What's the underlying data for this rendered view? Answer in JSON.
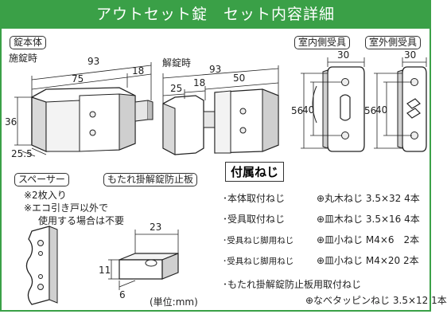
{
  "header": {
    "title": "アウトセット錠　セット内容詳細"
  },
  "main_body": {
    "label": "錠本体",
    "locked": {
      "label": "施錠時",
      "dims": {
        "overall": "93",
        "left": "75",
        "right": "18",
        "height": "36",
        "depth": "25.5"
      }
    },
    "unlocked": {
      "label": "解錠時",
      "dims": {
        "overall": "93",
        "a": "25",
        "b": "18",
        "c": "50"
      }
    }
  },
  "strike_inner": {
    "label": "室内側受具",
    "dims": {
      "width": "30",
      "h1": "56",
      "h2": "40"
    }
  },
  "strike_outer": {
    "label": "室外側受具",
    "dims": {
      "width": "30",
      "h1": "56",
      "h2": "40"
    }
  },
  "spacer": {
    "label": "スペーサー",
    "note1": "※2枚入り",
    "note2": "※エコ引き戸以外で",
    "note3": "使用する場合は不要"
  },
  "anti_lean": {
    "label": "もたれ掛解錠防止板",
    "dims": {
      "length": "23",
      "height": "11",
      "thickness": "6"
    },
    "unit": "(単位:mm)"
  },
  "fittings": {
    "title": "付属ねじ",
    "rows": [
      {
        "name": "･本体取付ねじ",
        "spec": "⊕丸木ねじ 3.5×32 4本",
        "small": false
      },
      {
        "name": "･受具取付ねじ",
        "spec": "⊕皿木ねじ 3.5×16 4本",
        "small": false
      },
      {
        "name": "･受具ねじ脚用ねじ",
        "spec": "⊕皿小ねじ M4×6　2本",
        "small": true
      },
      {
        "name": "･受具ねじ脚用ねじ",
        "spec": "⊕皿小ねじ M4×20 2本",
        "small": true
      }
    ],
    "last_name": "･もたれ掛解錠防止板用取付ねじ",
    "last_spec": "⊕なべタッピンねじ 3.5×12 1本"
  },
  "colors": {
    "accent": "#3aa047",
    "line": "#222222"
  }
}
